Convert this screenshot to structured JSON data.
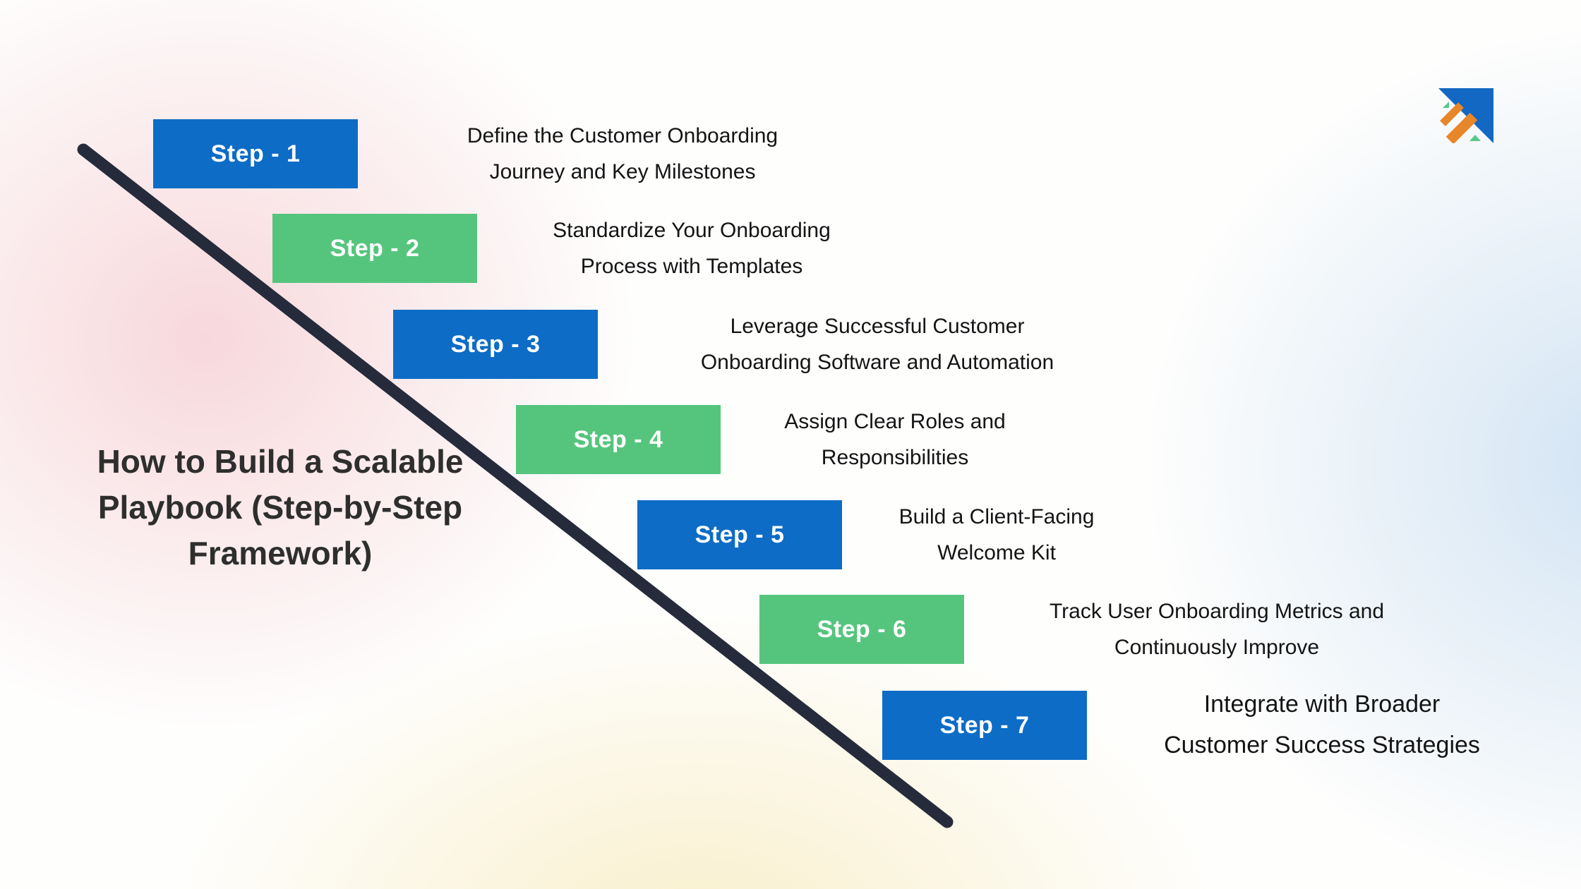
{
  "title": {
    "lines": [
      "How to Build a Scalable",
      "Playbook (Step-by-Step",
      "Framework)"
    ]
  },
  "steps": [
    {
      "label": "Step - 1",
      "color": "blue",
      "desc_lines": [
        "Define the Customer Onboarding",
        "Journey and Key Milestones"
      ]
    },
    {
      "label": "Step - 2",
      "color": "green",
      "desc_lines": [
        "Standardize Your Onboarding",
        "Process with Templates"
      ]
    },
    {
      "label": "Step - 3",
      "color": "blue",
      "desc_lines": [
        "Leverage Successful Customer",
        "Onboarding Software and Automation"
      ]
    },
    {
      "label": "Step - 4",
      "color": "green",
      "desc_lines": [
        "Assign Clear Roles and",
        "Responsibilities"
      ]
    },
    {
      "label": "Step - 5",
      "color": "blue",
      "desc_lines": [
        "Build a Client-Facing",
        "Welcome Kit"
      ]
    },
    {
      "label": "Step - 6",
      "color": "green",
      "desc_lines": [
        "Track User Onboarding Metrics and",
        "Continuously Improve"
      ]
    },
    {
      "label": "Step - 7",
      "color": "blue",
      "desc_lines": [
        "Integrate with Broader",
        "Customer Success Strategies"
      ]
    }
  ],
  "icons": {
    "brand_logo": "logo-icon"
  },
  "colors": {
    "step_blue": "#0D6CC6",
    "step_green": "#55C57E",
    "step_label_text": "#FFFFFF",
    "timeline_line": "#252B3B",
    "title_text": "#2E2E2E",
    "description_text": "#141414",
    "logo_blue": "#1268C3",
    "logo_orange": "#E8862A",
    "logo_green": "#5BC98A",
    "bg_pink": "#F7D6DA",
    "bg_yellow": "#F9EEC8",
    "bg_light_blue": "#D0E2F3",
    "bg_base": "#FEFEFD"
  }
}
